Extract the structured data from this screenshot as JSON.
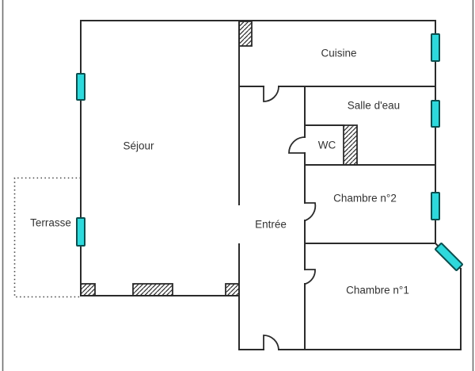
{
  "colors": {
    "background": "#ffffff",
    "wall": "#2b2b2b",
    "window_fill": "#2ed9dc",
    "window_stroke": "#0b4f4f",
    "label_text": "#333333",
    "terrace_dash": "#444444",
    "frame_border": "#6e6e6e"
  },
  "rooms": [
    {
      "id": "sejour",
      "label": "Séjour"
    },
    {
      "id": "cuisine",
      "label": "Cuisine"
    },
    {
      "id": "salle_deau",
      "label": "Salle d'eau"
    },
    {
      "id": "wc",
      "label": "WC"
    },
    {
      "id": "chambre2",
      "label": "Chambre n°2"
    },
    {
      "id": "chambre1",
      "label": "Chambre n°1"
    },
    {
      "id": "entree",
      "label": "Entrée"
    },
    {
      "id": "terrasse",
      "label": "Terrasse"
    }
  ],
  "symbols": {
    "windows": [
      "sejour-north-window",
      "terrasse-window",
      "cuisine-window",
      "salle-deau-window",
      "chambre2-window",
      "chambre1-corner-window"
    ],
    "doors": [
      "cuisine-door",
      "wc-door",
      "chambre2-door",
      "chambre1-door",
      "entry-door"
    ],
    "hatched_walls": [
      "cuisine-top-hatch",
      "wc-hatch",
      "sejour-bottom-hatch-left",
      "sejour-bottom-hatch-middle",
      "sejour-bottom-hatch-right"
    ]
  }
}
